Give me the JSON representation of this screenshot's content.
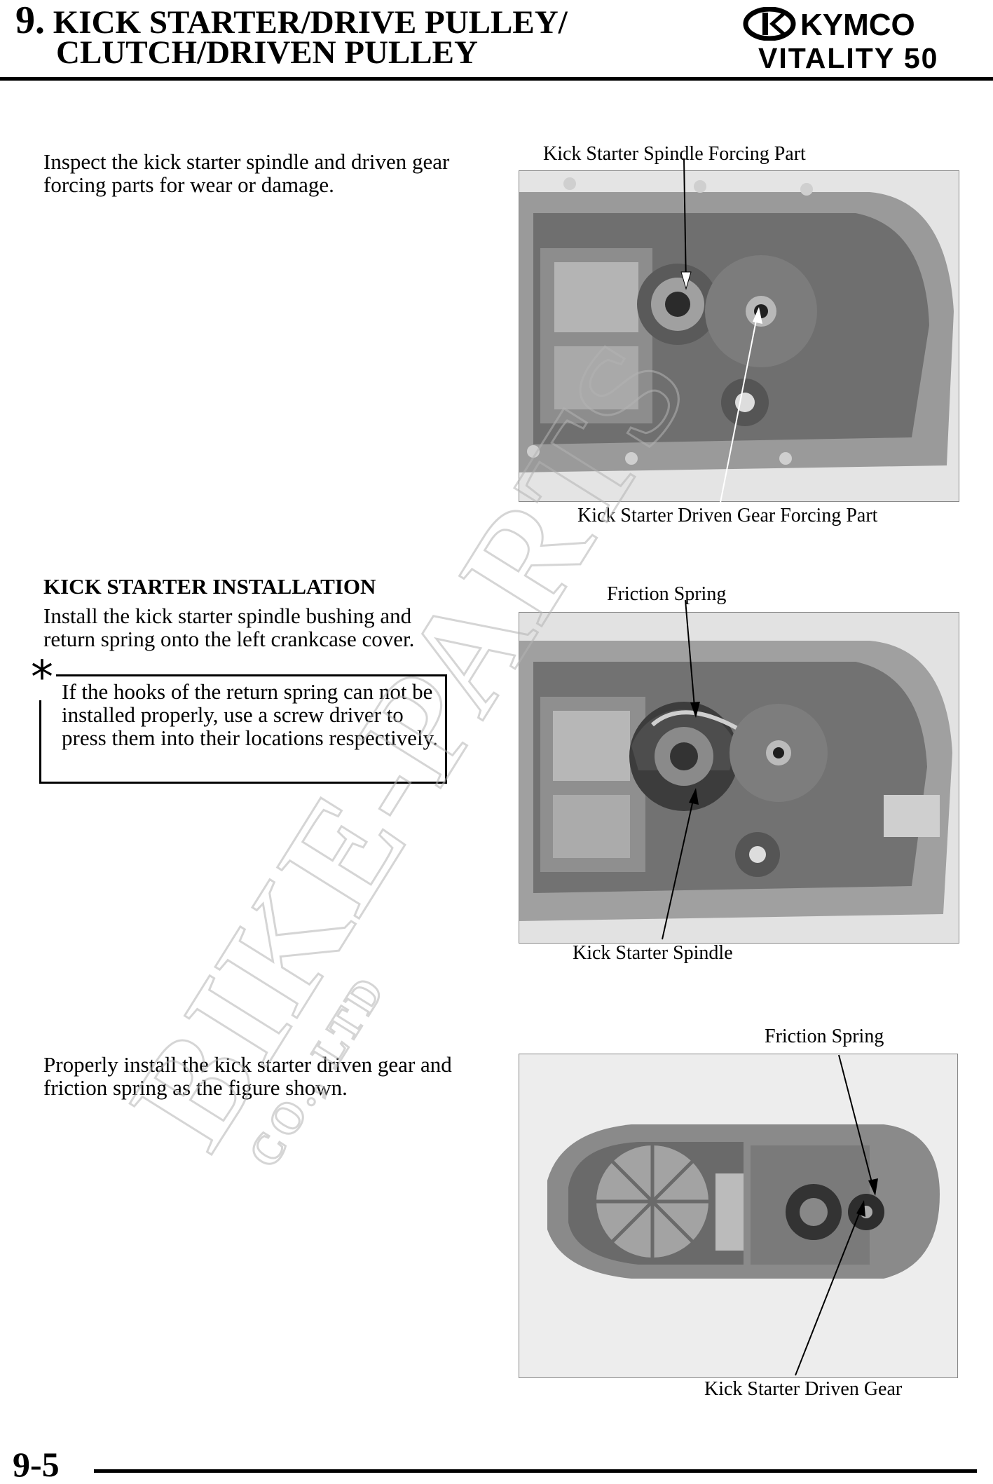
{
  "header": {
    "chapter_number": "9.",
    "title_line1": "KICK STARTER/DRIVE PULLEY/",
    "title_line2": "CLUTCH/DRIVEN PULLEY",
    "brand": "KYMCO",
    "model": "VITALITY 50"
  },
  "section1": {
    "text": "Inspect the kick starter spindle and driven gear forcing parts for wear or damage.",
    "caption_top": "Kick Starter Spindle Forcing Part",
    "caption_bottom": "Kick Starter Driven Gear Forcing Part"
  },
  "section2": {
    "heading": "KICK STARTER INSTALLATION",
    "text": "Install the kick starter spindle bushing and return spring onto the left crankcase cover.",
    "note_symbol": "*",
    "note": "If the hooks of the return spring can not be installed properly, use a screw driver to press them into their locations respectively.",
    "caption_top": "Friction Spring",
    "caption_bottom": "Kick Starter Spindle"
  },
  "section3": {
    "text": "Properly install the kick starter driven gear and friction spring as the figure shown.",
    "caption_top": "Friction Spring",
    "caption_bottom": "Kick Starter Driven Gear"
  },
  "watermark": {
    "text": "BIKE-PARTS",
    "subtext": "CO., LTD"
  },
  "footer": {
    "page_number": "9-5"
  }
}
